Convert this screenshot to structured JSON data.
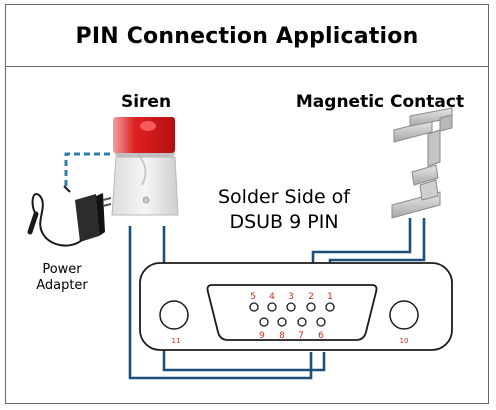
{
  "title": "PIN Connection Application",
  "labels": {
    "siren": "Siren",
    "magnetic_contact": "Magnetic Contact",
    "solder_line1": "Solder Side of",
    "solder_line2": "DSUB 9 PIN",
    "power_line1": "Power",
    "power_line2": "Adapter"
  },
  "connector": {
    "top_pins": [
      "5",
      "4",
      "3",
      "2",
      "1"
    ],
    "bottom_pins": [
      "9",
      "8",
      "7",
      "6"
    ],
    "left_screw": "11",
    "right_screw": "10"
  },
  "colors": {
    "wire": "#1d4f7a",
    "dashed_wire": "#2b7fa8",
    "pin_number": "#d22a1a",
    "siren_red": "#d01818"
  }
}
